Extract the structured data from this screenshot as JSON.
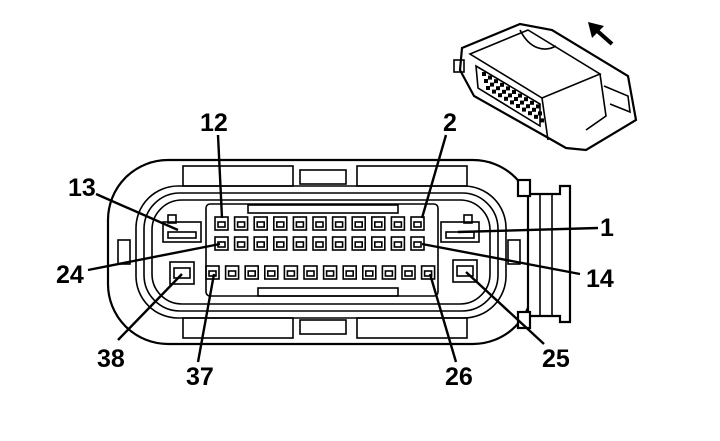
{
  "diagram": {
    "pin_labels": [
      {
        "id": "pin-12",
        "text": "12"
      },
      {
        "id": "pin-2",
        "text": "2"
      },
      {
        "id": "pin-13",
        "text": "13"
      },
      {
        "id": "pin-1",
        "text": "1"
      },
      {
        "id": "pin-24",
        "text": "24"
      },
      {
        "id": "pin-14",
        "text": "14"
      },
      {
        "id": "pin-38",
        "text": "38"
      },
      {
        "id": "pin-25",
        "text": "25"
      },
      {
        "id": "pin-37",
        "text": "37"
      },
      {
        "id": "pin-26",
        "text": "26"
      }
    ],
    "rows": {
      "top_row_cavities": 11,
      "middle_row_cavities": 11,
      "bottom_row_cavities": 12,
      "large_cavities": 4
    }
  }
}
